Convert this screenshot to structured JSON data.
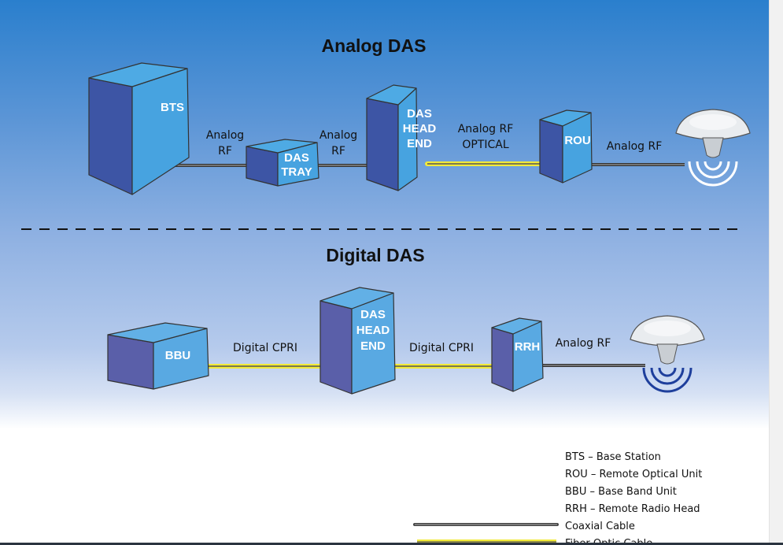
{
  "analog": {
    "title": "Analog DAS",
    "boxes": [
      "BTS",
      "DAS\nTRAY",
      "DAS\nHEAD\nEND",
      "ROU"
    ],
    "links": [
      "Analog\nRF",
      "Analog\nRF",
      "Analog RF\nOPTICAL",
      "Analog RF"
    ]
  },
  "digital": {
    "title": "Digital DAS",
    "boxes": [
      "BBU",
      "DAS\nHEAD\nEND",
      "RRH"
    ],
    "links": [
      "Digital CPRI",
      "Digital CPRI",
      "Analog RF"
    ]
  },
  "legend": {
    "items": [
      "BTS – Base Station",
      "ROU – Remote Optical Unit",
      "BBU – Base Band Unit",
      "RRH – Remote Radio Head"
    ],
    "coax": "Coaxial Cable",
    "fiber": "Fiber Optic Cable"
  },
  "icons": [
    "antenna-icon",
    "signal-waves-icon"
  ],
  "colors": {
    "coax": "#555555",
    "fiber": "#f2ea3a",
    "box_front": "#47a3e0",
    "box_side": "#3d55a5",
    "waves_analog": "#ffffff",
    "waves_digital": "#1e3f9c"
  }
}
